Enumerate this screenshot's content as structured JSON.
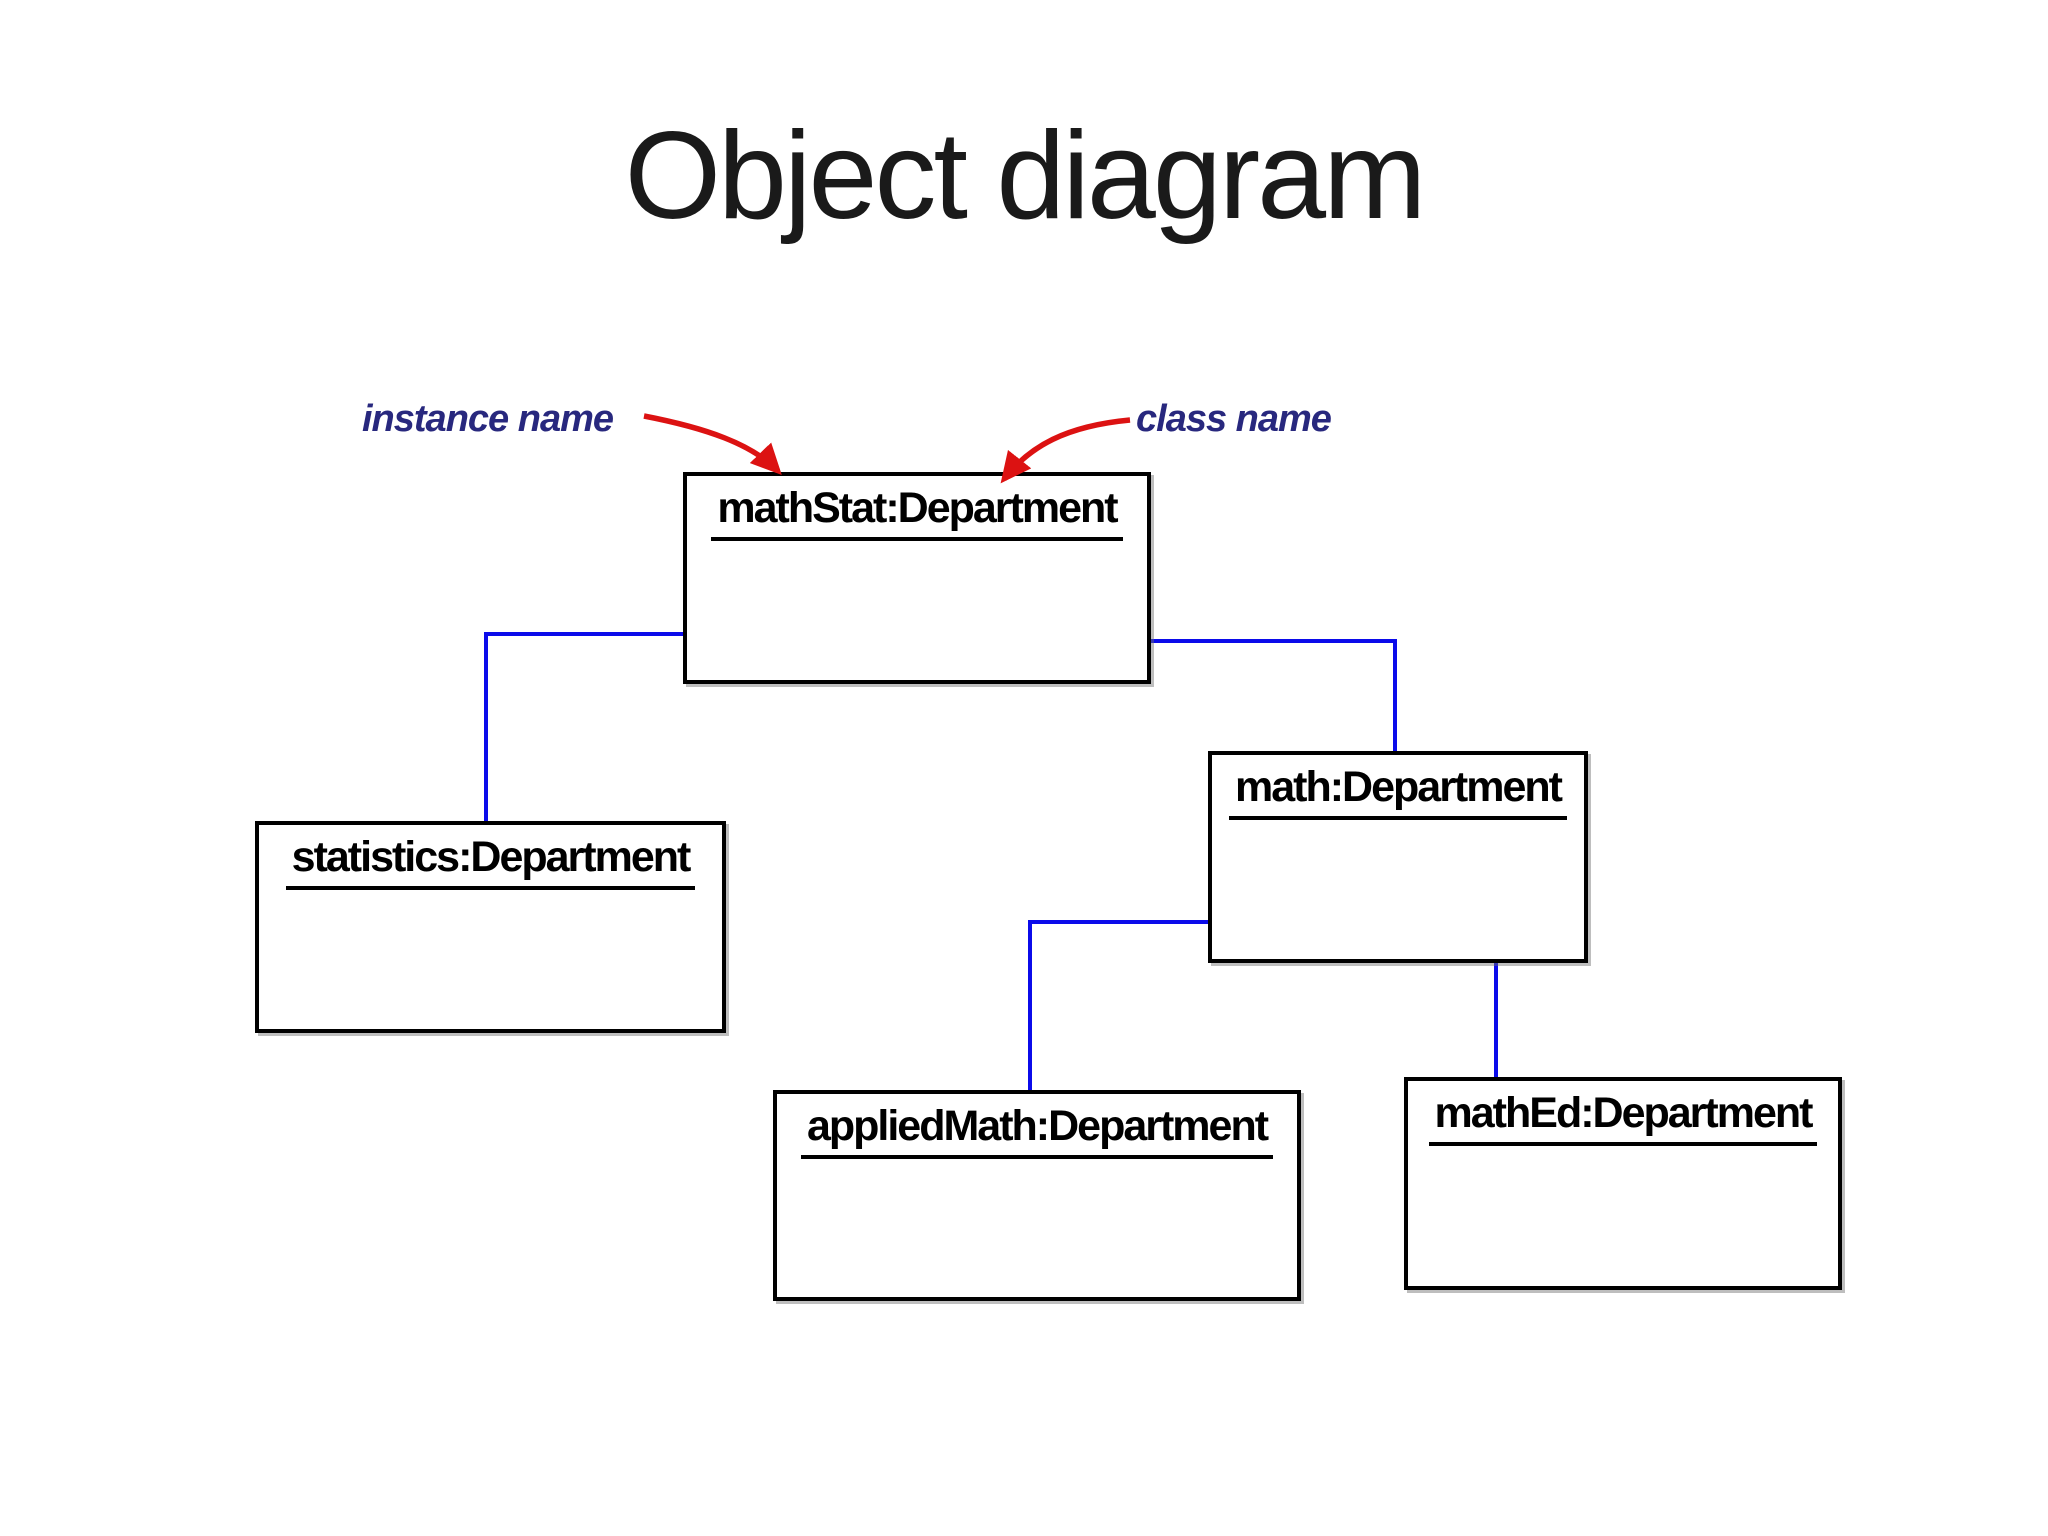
{
  "title": "Object diagram",
  "annotations": {
    "instance_name": "instance name",
    "class_name": "class name"
  },
  "nodes": {
    "mathStat": {
      "label": "mathStat:Department"
    },
    "statistics": {
      "label": "statistics:Department"
    },
    "math": {
      "label": "math:Department"
    },
    "appliedMath": {
      "label": "appliedMath:Department"
    },
    "mathEd": {
      "label": "mathEd:Department"
    }
  },
  "edges": [
    {
      "from": "mathStat",
      "to": "statistics"
    },
    {
      "from": "mathStat",
      "to": "math"
    },
    {
      "from": "math",
      "to": "appliedMath"
    },
    {
      "from": "math",
      "to": "mathEd"
    }
  ],
  "colors": {
    "connector_blue": "#0b0bea",
    "arrow_red": "#dc1212",
    "annotation_navy": "#28287e",
    "box_border": "#000000",
    "title_black": "#1a1a1a",
    "background": "#ffffff"
  }
}
